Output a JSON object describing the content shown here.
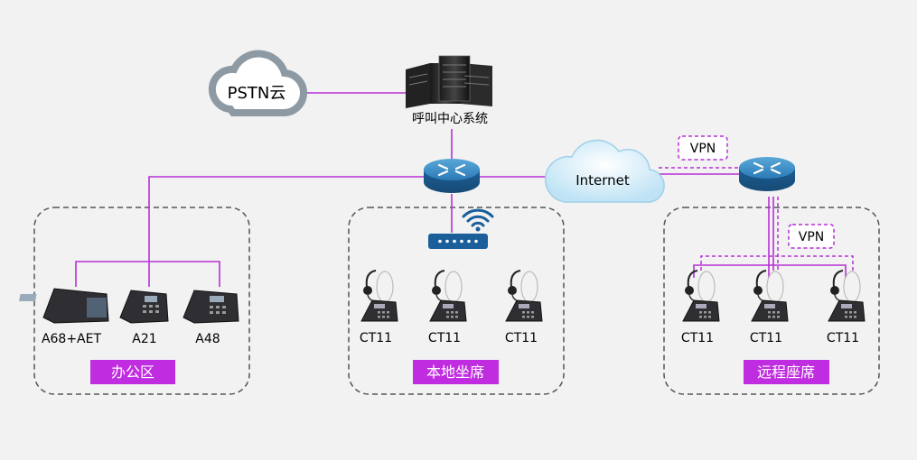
{
  "nodes": {
    "pstn_cloud": "PSTN云",
    "call_center": "呼叫中心系统",
    "internet": "Internet",
    "vpn_top": "VPN",
    "vpn_remote": "VPN"
  },
  "zones": {
    "office": {
      "label": "办公区",
      "phones": [
        "A68+AET",
        "A21",
        "A48"
      ]
    },
    "local": {
      "label": "本地坐席",
      "phones": [
        "CT11",
        "CT11",
        "CT11"
      ]
    },
    "remote": {
      "label": "远程座席",
      "phones": [
        "CT11",
        "CT11",
        "CT11"
      ]
    }
  },
  "colors": {
    "link": "#b72fd6",
    "vpn": "#b72fd6",
    "tag_bg": "#c02de0",
    "router": "#1f6fa8",
    "zone_border": "#555555",
    "background": "#f2f2f2"
  }
}
